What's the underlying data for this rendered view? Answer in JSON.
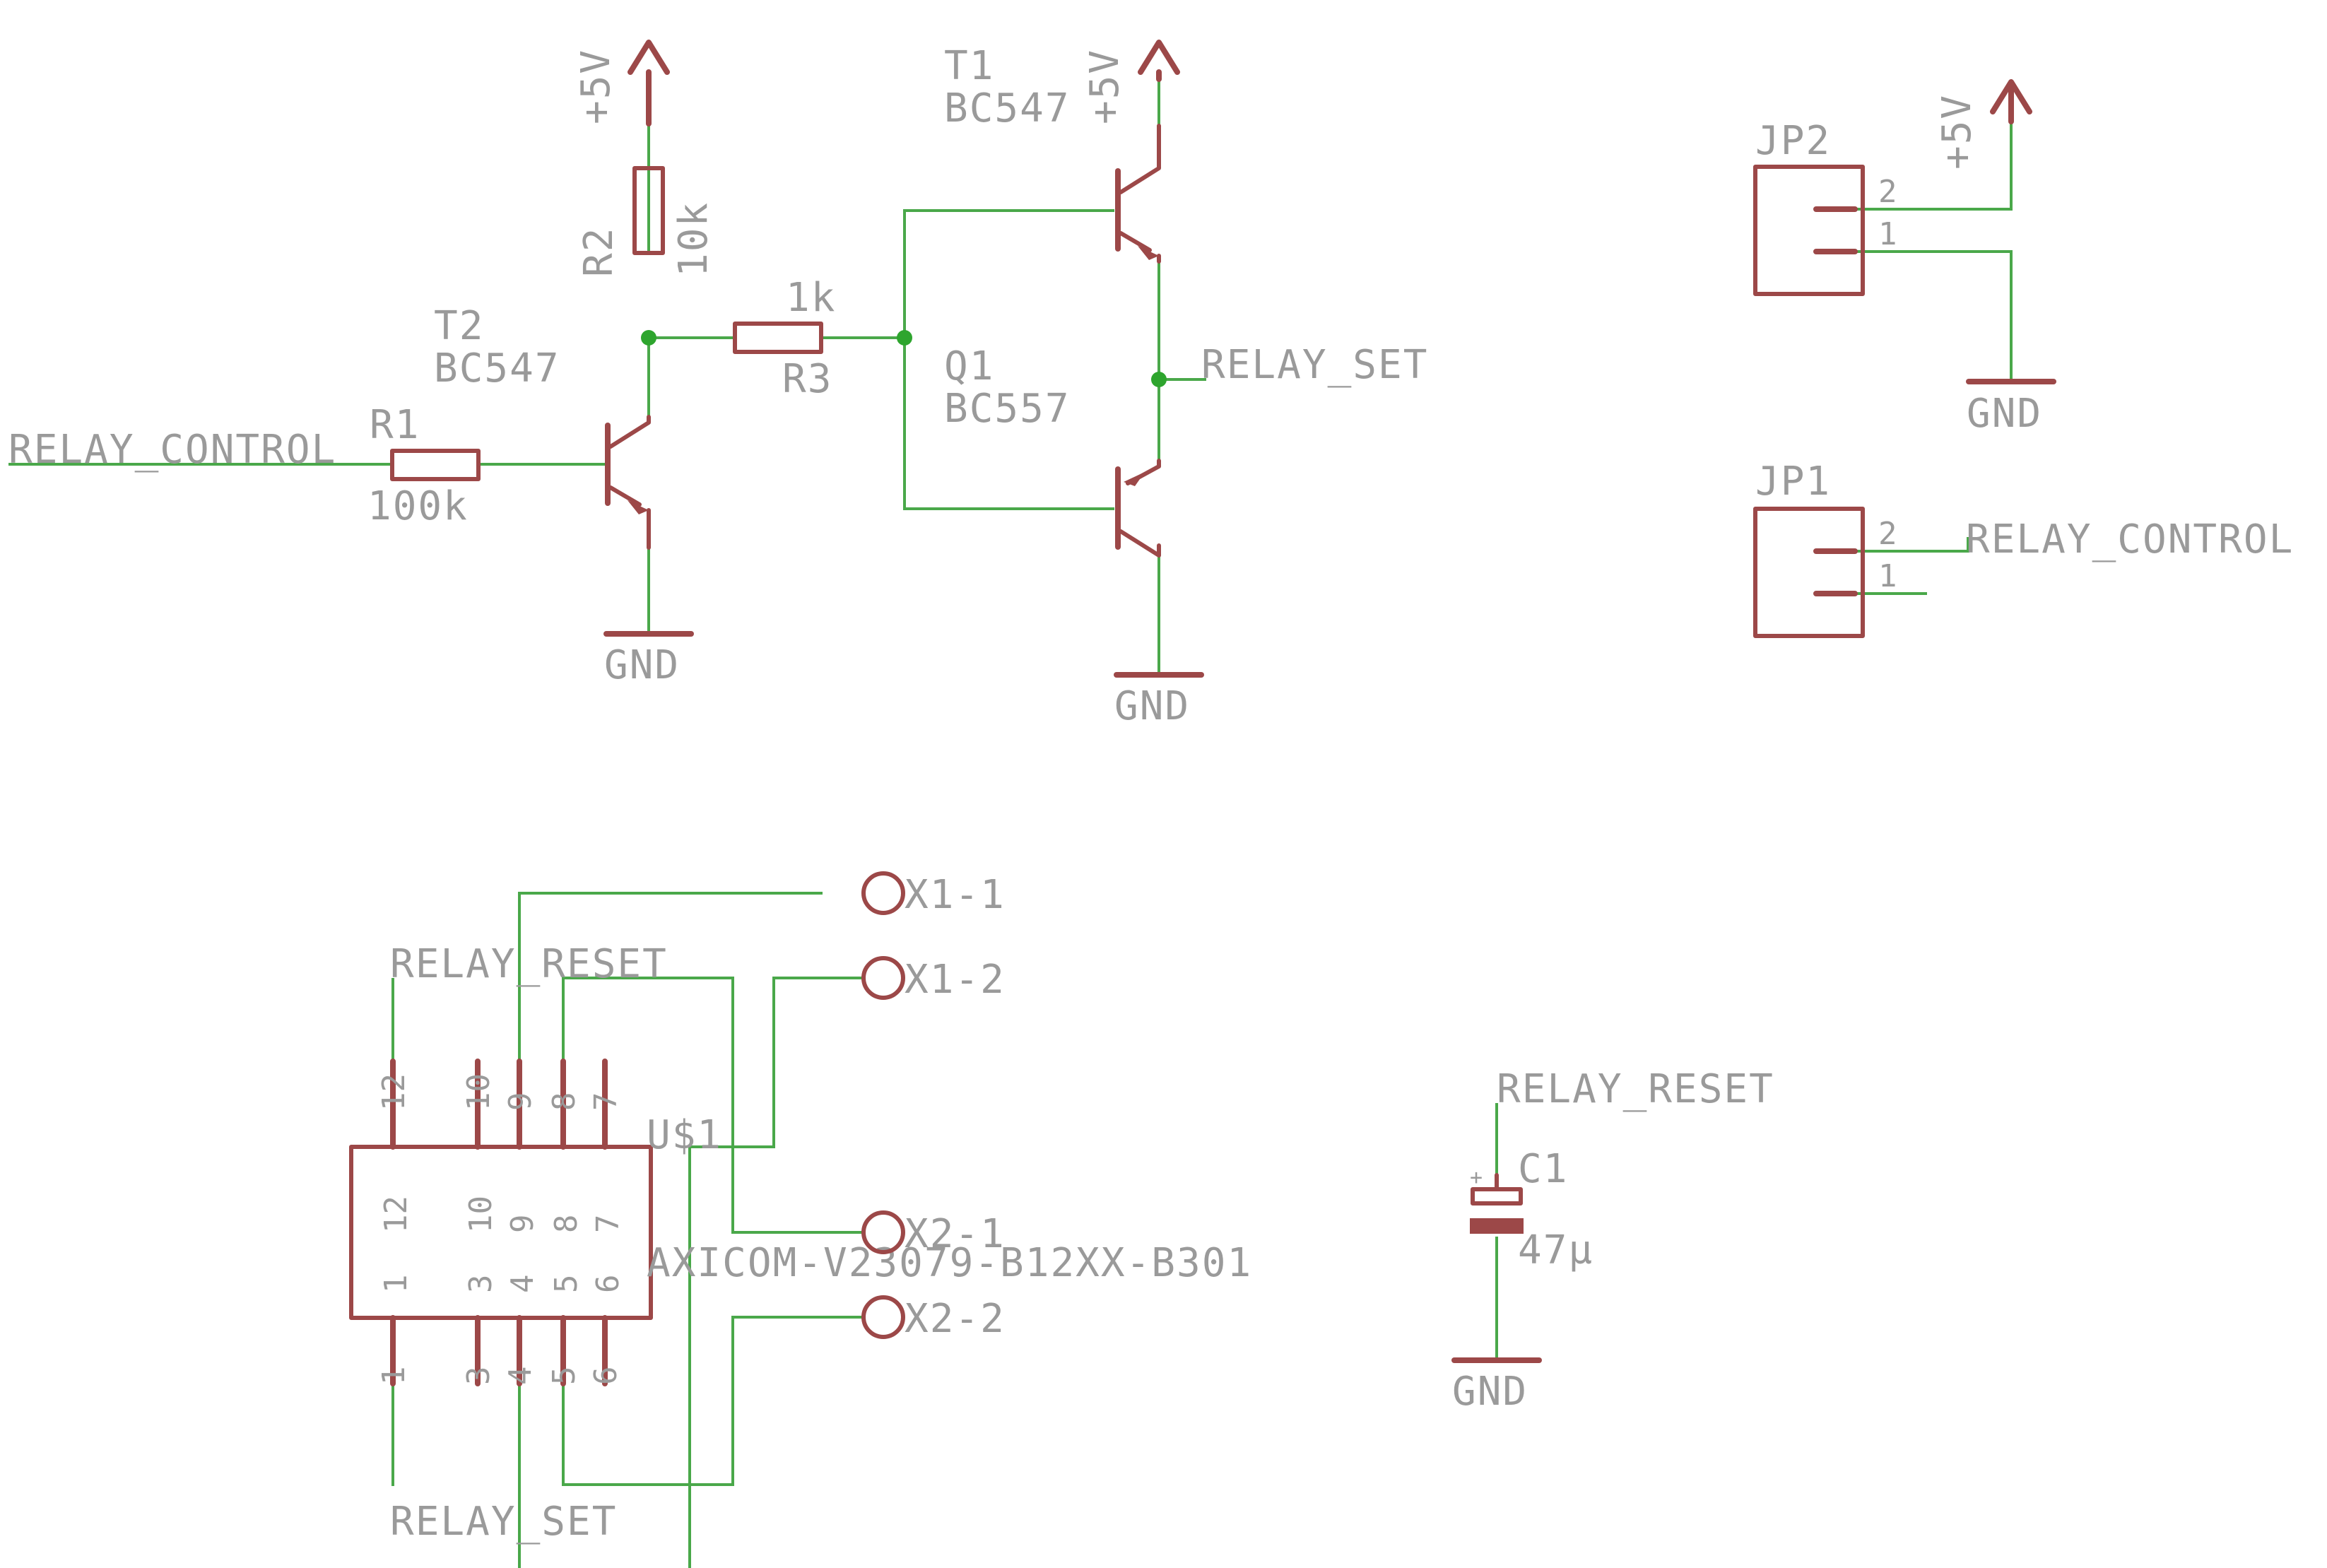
{
  "supply_label": "+5V",
  "ground_label": "GND",
  "nets": {
    "relay_control_in": "RELAY_CONTROL",
    "relay_set": "RELAY_SET",
    "relay_reset_u1": "RELAY_RESET",
    "relay_set_u1": "RELAY_SET",
    "relay_reset_c1": "RELAY_RESET",
    "relay_control_jp1": "RELAY_CONTROL"
  },
  "components": {
    "r1": {
      "name": "R1",
      "value": "100k"
    },
    "r2": {
      "name": "R2",
      "value": "10k"
    },
    "r3": {
      "name": "R3",
      "value": "1k"
    },
    "t2": {
      "name": "T2",
      "value": "BC547"
    },
    "t1": {
      "name": "T1",
      "value": "BC547"
    },
    "q1": {
      "name": "Q1",
      "value": "BC557"
    },
    "jp2": {
      "name": "JP2",
      "pins": [
        "2",
        "1"
      ]
    },
    "jp1": {
      "name": "JP1",
      "pins": [
        "2",
        "1"
      ]
    },
    "c1": {
      "name": "C1",
      "value": "47μ",
      "polarity": "+"
    },
    "u1": {
      "name": "U$1",
      "value": "AXICOM-V23079-B12XX-B301",
      "top_pins": [
        "12",
        "10",
        "9",
        "8",
        "7"
      ],
      "bottom_pins": [
        "1",
        "3",
        "4",
        "5",
        "6"
      ],
      "inner_top": [
        "12",
        "10",
        "9",
        "8",
        "7"
      ],
      "inner_bottom": [
        "1",
        "3",
        "4",
        "5",
        "6"
      ]
    },
    "pads": [
      "X1-1",
      "X1-2",
      "X2-1",
      "X2-2"
    ]
  },
  "colors": {
    "wire": "#4aa84a",
    "symbol": "#9c4848",
    "junction": "#2ea52e",
    "text": "#9a9a9a"
  }
}
